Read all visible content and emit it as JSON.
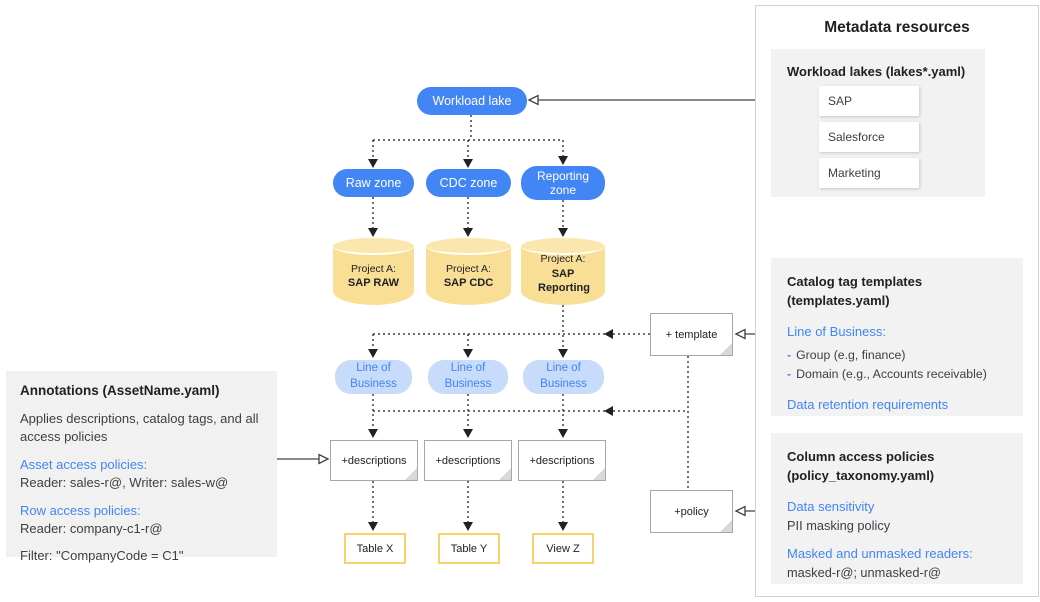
{
  "diagram": {
    "workload_lake_label": "Workload lake",
    "zones": [
      "Raw zone",
      "CDC zone",
      "Reporting zone"
    ],
    "projects": [
      {
        "prefix": "Project A:",
        "name": "SAP RAW"
      },
      {
        "prefix": "Project A:",
        "name": "SAP CDC"
      },
      {
        "prefix": "Project A:",
        "name": "SAP Reporting"
      }
    ],
    "lob_pills": [
      "Line of Business",
      "Line of Business",
      "Line of Business"
    ],
    "description_notes": [
      "+descriptions",
      "+descriptions",
      "+descriptions"
    ],
    "template_note": "+ template",
    "policy_note": "+policy",
    "tables": [
      "Table X",
      "Table Y",
      "View Z"
    ]
  },
  "annotations_panel": {
    "title": "Annotations (AssetName.yaml)",
    "description": "Applies descriptions, catalog tags, and all access policies",
    "asset_heading": "Asset access policies:",
    "asset_value": "Reader: sales-r@, Writer: sales-w@",
    "row_heading": "Row access policies:",
    "row_value": "Reader: company-c1-r@",
    "filter_value": "Filter: \"CompanyCode = C1\""
  },
  "metadata_panel": {
    "title": "Metadata resources",
    "workload_lakes": {
      "heading": "Workload lakes (lakes*.yaml)",
      "items": [
        "SAP",
        "Salesforce",
        "Marketing"
      ]
    },
    "catalog_templates": {
      "heading": "Catalog tag templates (templates.yaml)",
      "lob_heading": "Line of Business:",
      "bullet_dash": "-",
      "bullets": [
        "Group (e.g, finance)",
        "Domain (e.g., Accounts receivable)"
      ],
      "retention_heading": "Data retention requirements"
    },
    "column_policies": {
      "heading": "Column access policies (policy_taxonomy.yaml)",
      "sensitivity_heading": "Data sensitivity",
      "sensitivity_value": "PII masking policy",
      "readers_heading": "Masked and unmasked readers:",
      "readers_value": "masked-r@; unmasked-r@"
    }
  },
  "colors": {
    "accent_blue": "#4285F4",
    "lob_pill_fill": "#C7DBFA",
    "cylinder_fill": "#F9DF95",
    "cylinder_top_fill": "#FBE7AD",
    "table_border_yellow": "#F8D16B",
    "panel_gray": "#F1F1F1",
    "line_dark": "#3C4043"
  }
}
